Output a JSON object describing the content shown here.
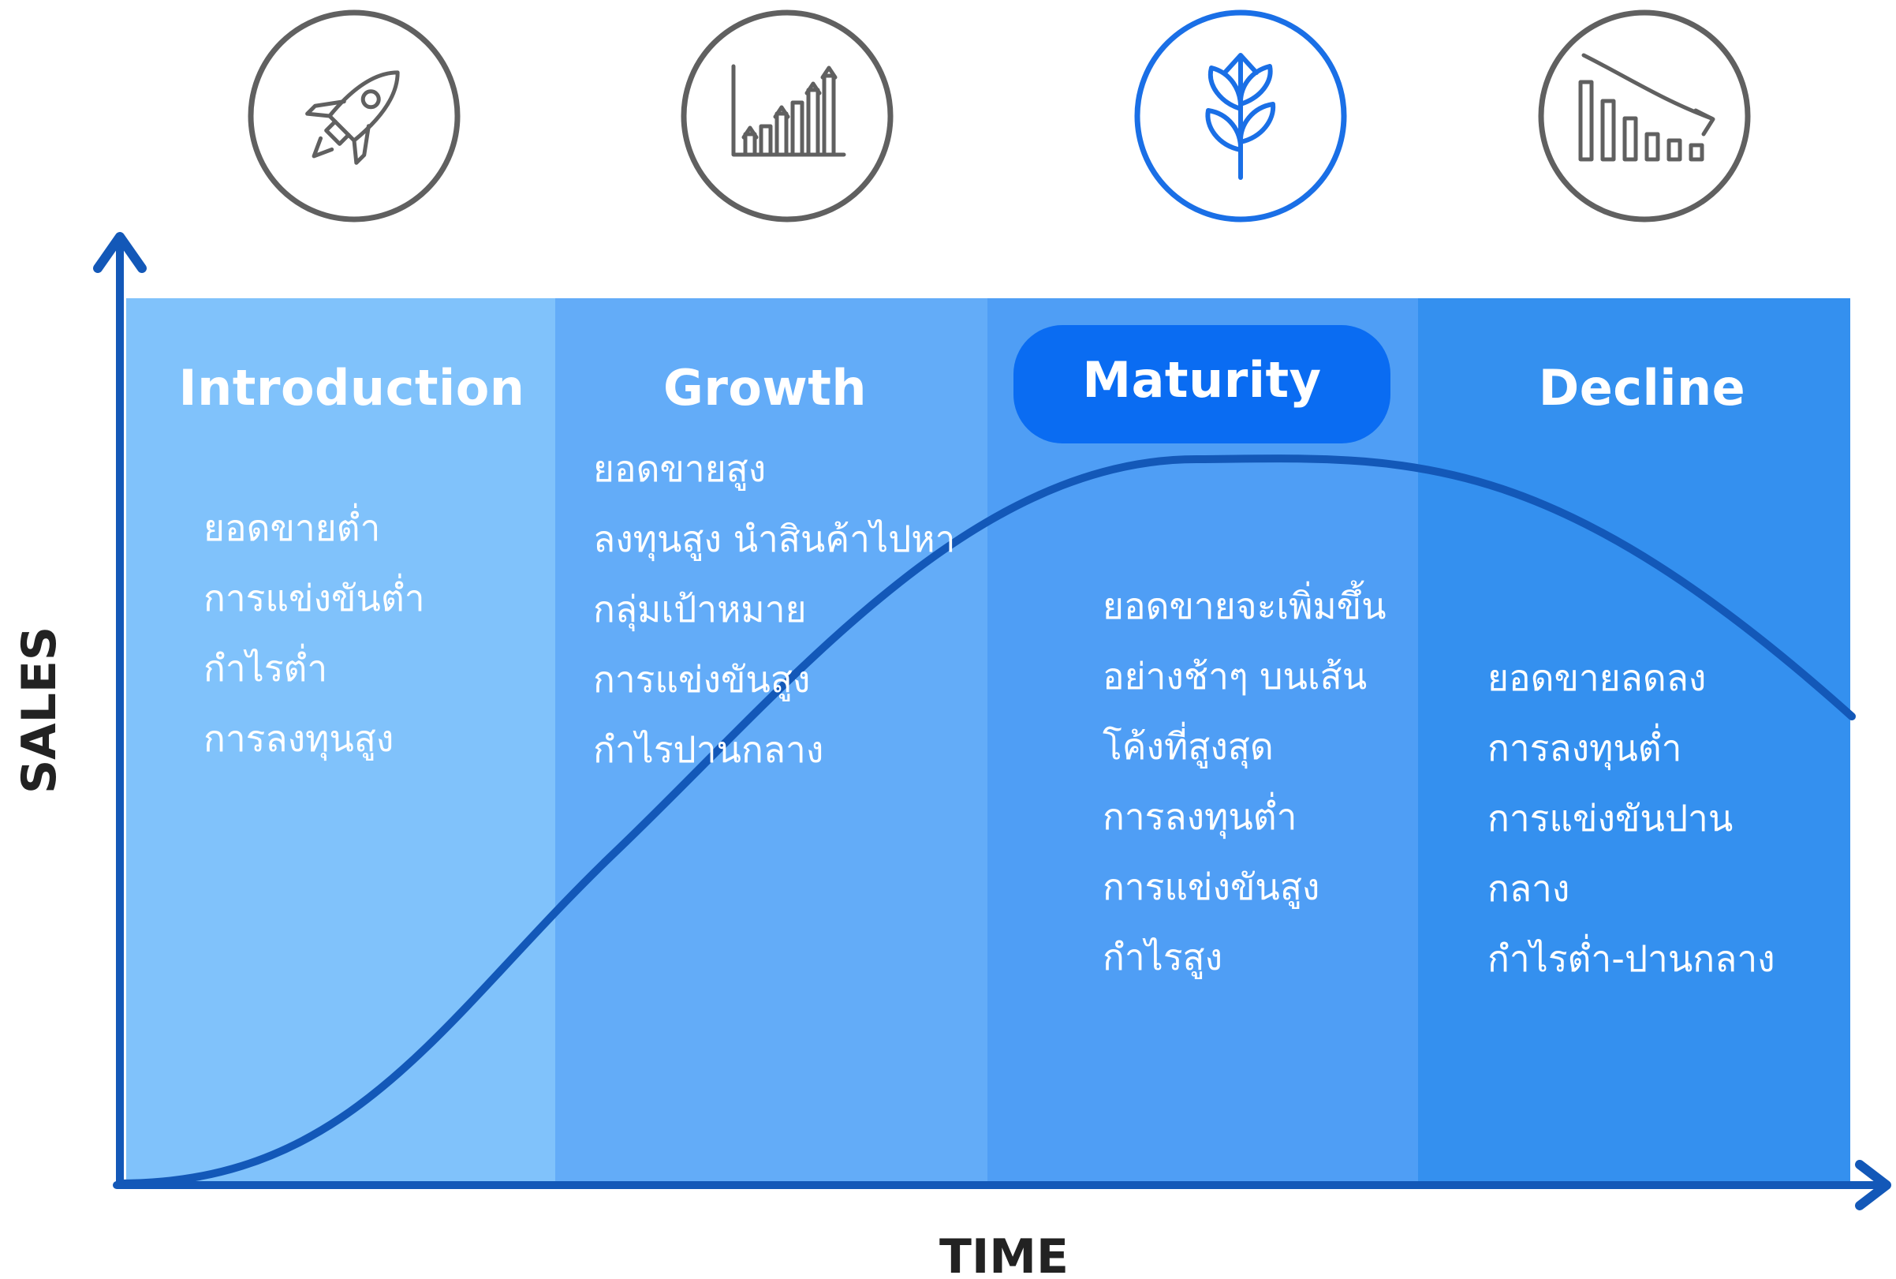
{
  "axes": {
    "y_label": "SALES",
    "x_label": "TIME"
  },
  "stages": [
    {
      "title": "Introduction",
      "icon": "rocket-icon",
      "color": "#80c2fb",
      "bullets": [
        "ยอดขายต่ำ",
        "การแข่งขันต่ำ",
        "กำไรต่ำ",
        "การลงทุนสูง"
      ]
    },
    {
      "title": "Growth",
      "icon": "bar-growth-icon",
      "color": "#63acf8",
      "bullets": [
        "ยอดขายสูง",
        "ลงทุนสูง นำสินค้าไปหา",
        "กลุ่มเป้าหมาย",
        "การแข่งขันสูง",
        "กำไรปานกลาง"
      ]
    },
    {
      "title": "Maturity",
      "icon": "sprout-icon",
      "color": "#4f9ef5",
      "active": true,
      "bullets": [
        "ยอดขายจะเพิ่มขึ้น",
        "อย่างช้าๆ บนเส้น",
        "โค้งที่สูงสุด",
        "การลงทุนต่ำ",
        "การแข่งขันสูง",
        "กำไรสูง"
      ]
    },
    {
      "title": "Decline",
      "icon": "bar-decline-icon",
      "color": "#3490ef",
      "bullets": [
        "ยอดขายลดลง",
        "การลงทุนต่ำ",
        "การแข่งขันปาน",
        "กลาง",
        "กำไรต่ำ-ปานกลาง"
      ]
    }
  ],
  "colors": {
    "curve": "#1358b8",
    "axis": "#1358b8",
    "icon_ring": "#606060",
    "icon_ring_active": "#1a6fe6",
    "pill": "#0a6cf2"
  }
}
